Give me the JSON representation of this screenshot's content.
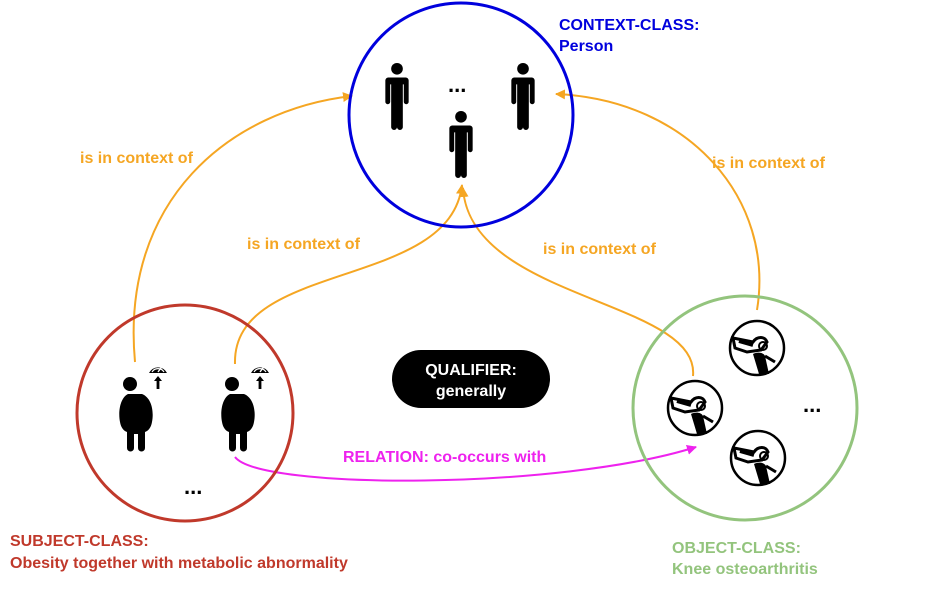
{
  "context_class": {
    "heading": "CONTEXT-CLASS:",
    "name": "Person",
    "ellipsis": "...",
    "color": "#0000dd",
    "members_icon": "person-icon"
  },
  "subject_class": {
    "heading": "SUBJECT-CLASS:",
    "name": "Obesity together with metabolic abnormality",
    "ellipsis": "...",
    "color": "#c0392b",
    "members_icon": "obese-person-with-gauge-icon"
  },
  "object_class": {
    "heading": "OBJECT-CLASS:",
    "name": "Knee osteoarthritis",
    "ellipsis": "...",
    "color": "#93c47d",
    "members_icon": "knee-joint-icon"
  },
  "qualifier": {
    "heading": "QUALIFIER:",
    "value": "generally",
    "background": "#000000",
    "text_color": "#ffffff"
  },
  "relation": {
    "label": "RELATION: co-occurs with",
    "color": "#ee22ee"
  },
  "context_links": {
    "color": "#f5a623",
    "labels": [
      "is in context of",
      "is in context of",
      "is in context of",
      "is in context of"
    ]
  }
}
